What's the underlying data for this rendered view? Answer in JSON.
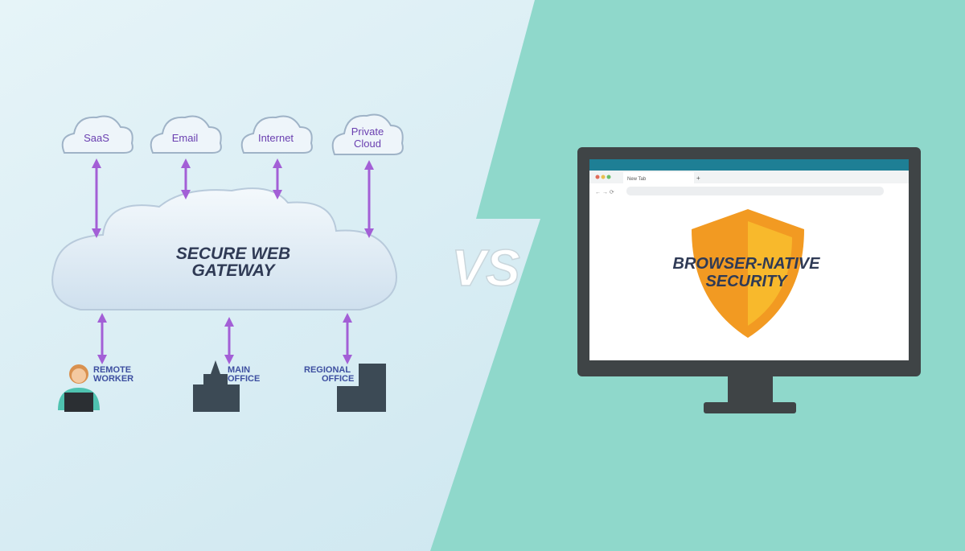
{
  "left": {
    "destinations": [
      "SaaS",
      "Email",
      "Internet",
      "Private",
      "Cloud"
    ],
    "gateway_line1": "SECURE WEB",
    "gateway_line2": "GATEWAY",
    "sources": {
      "remote_1": "REMOTE",
      "remote_2": "WORKER",
      "main_1": "MAIN",
      "main_2": "OFFICE",
      "regional_1": "REGIONAL",
      "regional_2": "OFFICE"
    }
  },
  "vs": "VS",
  "right": {
    "tab_label": "New Tab",
    "title_line1": "BROWSER-NATIVE",
    "title_line2": "SECURITY"
  },
  "colors": {
    "left_bg": "#d4ecf3",
    "right_bg": "#8fd8cb",
    "arrow": "#a35fd6",
    "monitor": "#3f4446",
    "shield": "#f29a22"
  }
}
